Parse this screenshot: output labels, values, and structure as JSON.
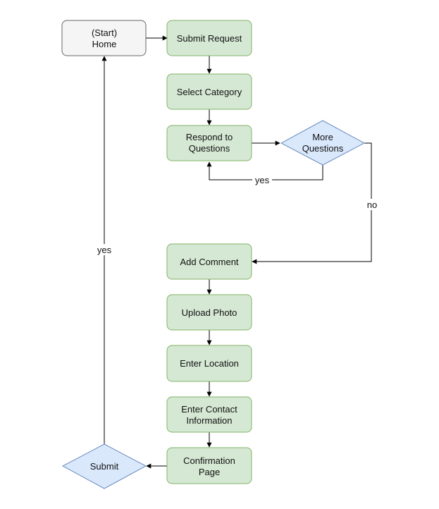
{
  "colors": {
    "start_fill": "#f5f5f5",
    "start_stroke": "#666666",
    "process_fill": "#d5e8d4",
    "process_stroke": "#82b366",
    "decision_fill": "#dae8fc",
    "decision_stroke": "#6c8ebf",
    "edge": "#000000"
  },
  "nodes": {
    "start": {
      "lines": [
        "(Start)",
        "Home"
      ]
    },
    "submit_request": {
      "lines": [
        "Submit Request"
      ]
    },
    "select_category": {
      "lines": [
        "Select Category"
      ]
    },
    "respond_questions": {
      "lines": [
        "Respond to",
        "Questions"
      ]
    },
    "more_questions": {
      "lines": [
        "More",
        "Questions"
      ]
    },
    "add_comment": {
      "lines": [
        "Add Comment"
      ]
    },
    "upload_photo": {
      "lines": [
        "Upload Photo"
      ]
    },
    "enter_location": {
      "lines": [
        "Enter Location"
      ]
    },
    "enter_contact": {
      "lines": [
        "Enter Contact",
        "Information"
      ]
    },
    "confirmation_page": {
      "lines": [
        "Confirmation",
        "Page"
      ]
    },
    "submit": {
      "lines": [
        "Submit"
      ]
    }
  },
  "edge_labels": {
    "more_yes": "yes",
    "more_no": "no",
    "submit_yes": "yes"
  }
}
